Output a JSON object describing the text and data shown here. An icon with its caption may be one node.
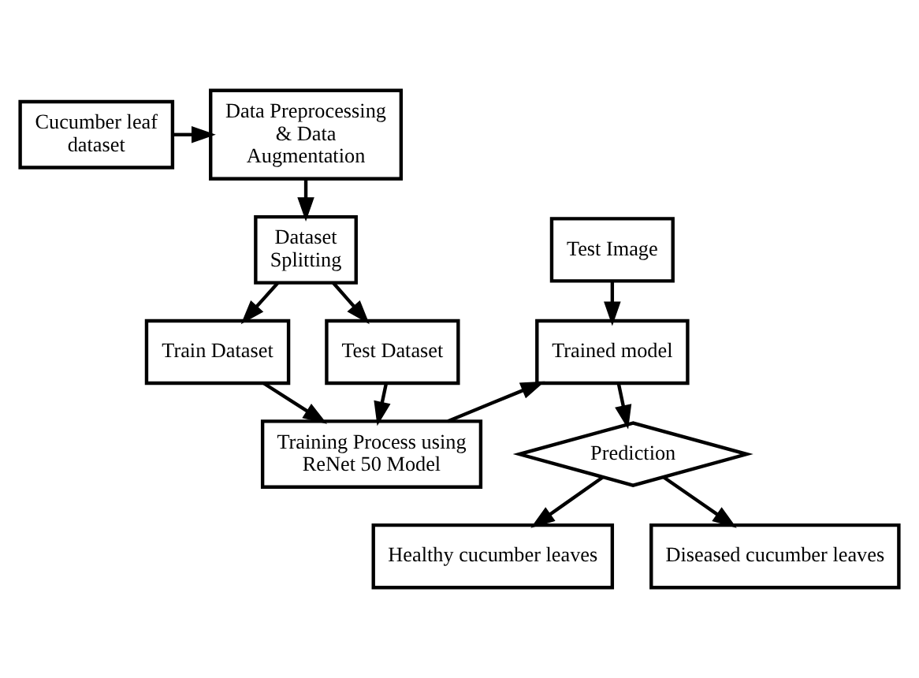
{
  "diagram": {
    "nodes": [
      {
        "text": [
          "Cucumber leaf dataset"
        ]
      },
      {
        "text": [
          "Data Preprocessing & Data Augmentation"
        ]
      },
      {
        "text": [
          "Dataset Splitting"
        ]
      },
      {
        "text": [
          "Train Dataset"
        ]
      },
      {
        "text": [
          "Test Dataset"
        ]
      },
      {
        "text": [
          "Training Process using ReNet 50 Model"
        ]
      },
      {
        "text": [
          "Test Image"
        ]
      },
      {
        "text": [
          "Trained model"
        ]
      },
      {
        "text": [
          "Prediction"
        ]
      },
      {
        "text": [
          "Healthy cucumber leaves"
        ]
      },
      {
        "text": [
          "Diseased cucumber leaves"
        ]
      }
    ],
    "edges": [
      {
        "from": 0,
        "to": 1,
        "arrow": "to"
      },
      {
        "from": 1,
        "to": 2,
        "arrow": "to"
      },
      {
        "from": 2,
        "to": 3,
        "arrow": "to"
      },
      {
        "from": 2,
        "to": 4,
        "arrow": "to"
      },
      {
        "from": 3,
        "to": 5,
        "arrow": "to"
      },
      {
        "from": 4,
        "to": 5,
        "arrow": "to"
      },
      {
        "from": 5,
        "to": 7,
        "arrow": "to"
      },
      {
        "from": 6,
        "to": 7,
        "arrow": "to"
      },
      {
        "from": 7,
        "to": 8,
        "arrow": "to"
      },
      {
        "from": 8,
        "to": 9,
        "arrow": "to"
      },
      {
        "from": 8,
        "to": 10,
        "arrow": "to"
      }
    ]
  }
}
